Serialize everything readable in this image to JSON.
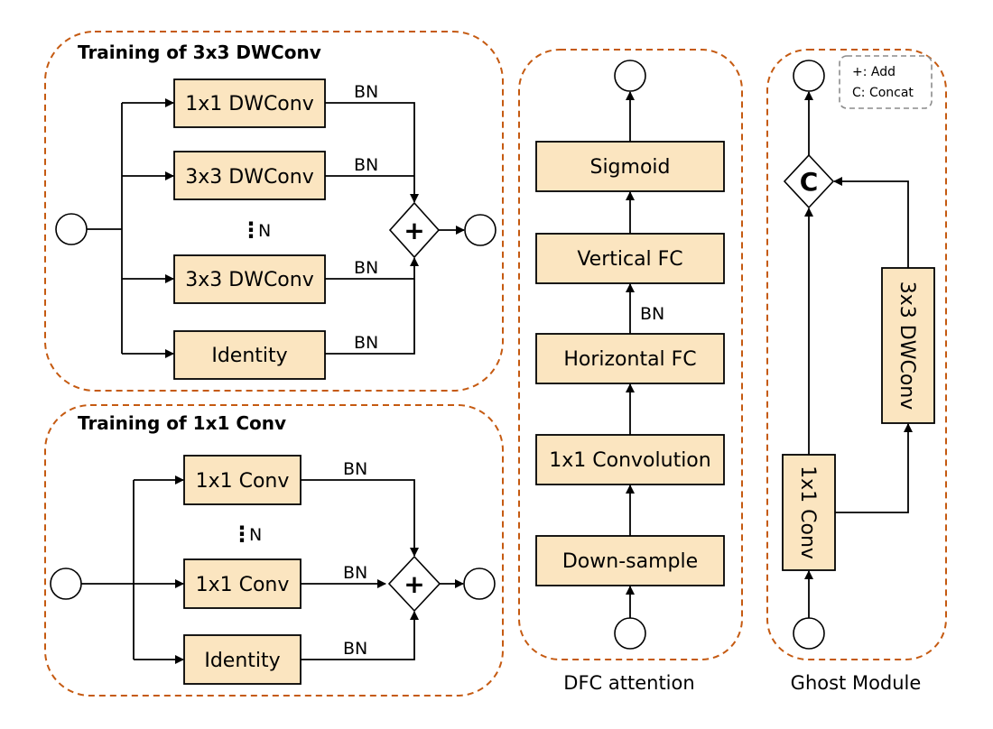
{
  "panel_3x3": {
    "title": "Training of 3x3 DWConv",
    "boxes": [
      "1x1 DWConv",
      "3x3 DWConv",
      "3x3 DWConv",
      "Identity"
    ],
    "bn": "BN",
    "n": "N",
    "op": "+"
  },
  "panel_1x1": {
    "title": "Training of 1x1 Conv",
    "boxes": [
      "1x1 Conv",
      "1x1 Conv",
      "Identity"
    ],
    "bn": "BN",
    "n": "N",
    "op": "+"
  },
  "dfc": {
    "caption": "DFC attention",
    "boxes": [
      "Sigmoid",
      "Vertical FC",
      "Horizontal FC",
      "1x1 Convolution",
      "Down-sample"
    ],
    "bn": "BN"
  },
  "ghost": {
    "caption": "Ghost Module",
    "conv1x1": "1x1 Conv",
    "dwconv": "3x3 DWConv",
    "op": "C",
    "legend": {
      "add": "+: Add",
      "concat": "C: Concat"
    }
  }
}
